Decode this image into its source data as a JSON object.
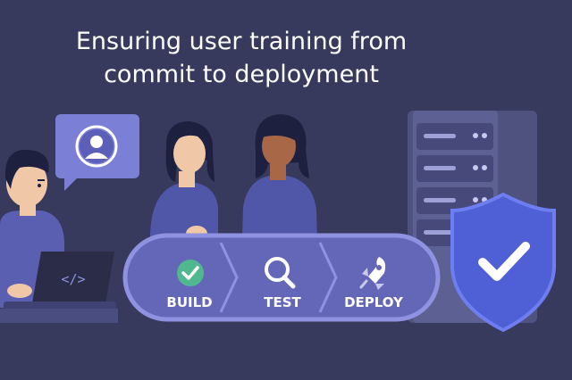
{
  "headline": {
    "line1": "Ensuring user training from",
    "line2": "commit to deployment"
  },
  "pipeline": {
    "stages": [
      {
        "label": "BUILD",
        "icon": "check-circle-icon"
      },
      {
        "label": "TEST",
        "icon": "magnifier-icon"
      },
      {
        "label": "DEPLOY",
        "icon": "rocket-icon"
      }
    ]
  },
  "laptop": {
    "code_symbol": "</>"
  },
  "colors": {
    "background": "#373a5c",
    "pipeline_fill": "#6467b8",
    "pipeline_border": "#8f92e0",
    "shield": "#4f5fd6",
    "check_green": "#4fb88f",
    "skin_light": "#f0c8a8",
    "skin_dark": "#a86848",
    "shirt": "#5055a8",
    "server": "#56598a"
  }
}
